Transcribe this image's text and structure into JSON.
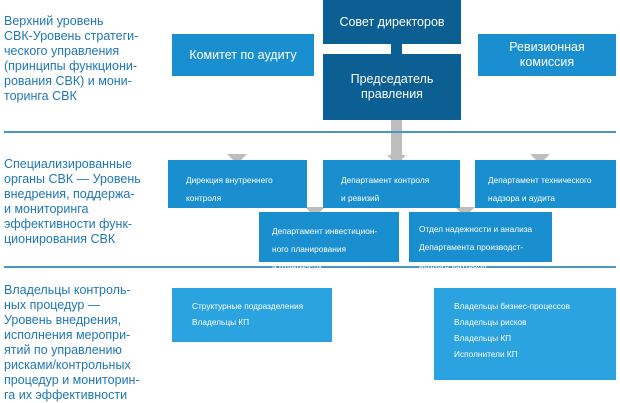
{
  "sections": [
    {
      "text": "Верхний уровень\nСВК-Уровень стратеги-\nческого управления\n(принципы функциони-\nрования СВК) и мони-\nторинга СВК"
    },
    {
      "text": "Специализированные\nорганы СВК — Уровень\nвнедрения, поддержа-\nи мониторинга\nэффективности функ-\nционирования СВК"
    },
    {
      "text": "Владельцы контроль-\nных процедур —\nУровень внедрения,\nисполнения меропри-\nятий по управлению\nрисками/контрольных\nпроцедур и мониторин-\nга их эффективности"
    }
  ],
  "top_level": {
    "board": "Совет директоров",
    "audit_committee": "Комитет по аудиту",
    "revision_commission": "Ревизионная\nкомиссия",
    "chairman": "Председатель\nправления"
  },
  "specialized": {
    "internal_control": "Дирекция внутреннего\nконтроля",
    "control_revision": "Департамент контроля\nи ревизий",
    "tech_supervision": "Департамент технического\nнадзора и аудита",
    "investment": "Департамент инвестицион-\nного планирования\nи отчетности",
    "reliability": "Отдел надежности и анализа\nДепартамента производст-\nвенного контроля"
  },
  "owners": {
    "left": [
      "Структурные подразделения",
      "Владельцы КП"
    ],
    "right": [
      "Владельцы бизнес-процессов",
      "Владельцы рисков",
      "Владельцы КП",
      "Исполнители КП"
    ]
  }
}
